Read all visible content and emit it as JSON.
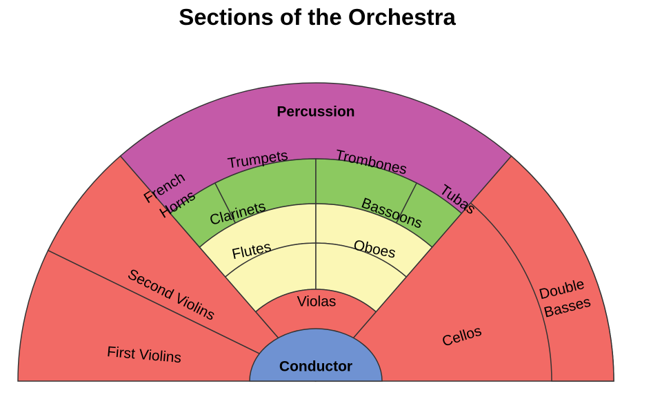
{
  "title": "Sections of the Orchestra",
  "colors": {
    "strings": "#f26a65",
    "woodwinds": "#fbf7b5",
    "brass": "#8cc960",
    "percussion": "#c45aa8",
    "conductor": "#6f92d2",
    "outline": "#333333"
  },
  "sections": {
    "percussion": "Percussion",
    "french_horns_1": "French",
    "french_horns_2": "Horns",
    "trumpets": "Trumpets",
    "trombones": "Trombones",
    "tubas": "Tubas",
    "clarinets": "Clarinets",
    "bassoons": "Bassoons",
    "flutes": "Flutes",
    "oboes": "Oboes",
    "violas": "Violas",
    "second_violins": "Second Violins",
    "first_violins": "First Violins",
    "cellos": "Cellos",
    "double_basses_1": "Double",
    "double_basses_2": "Basses",
    "conductor": "Conductor"
  }
}
